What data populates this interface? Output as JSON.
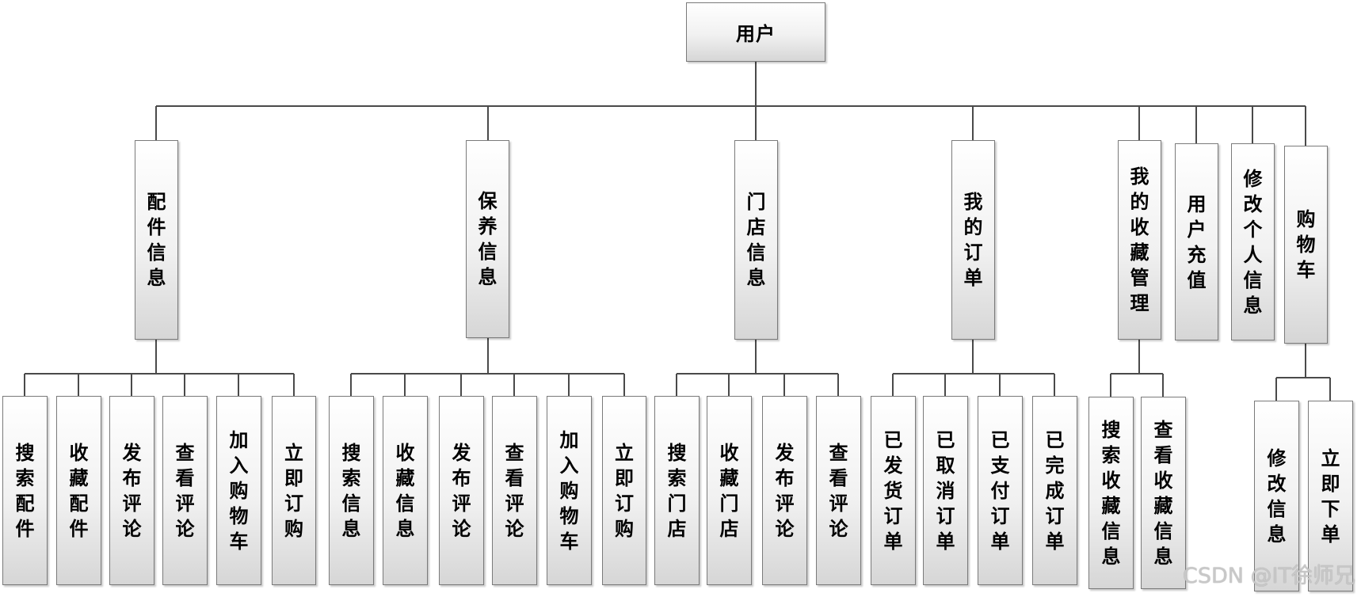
{
  "root": {
    "label": "用户"
  },
  "modules": [
    {
      "label": "配件信息",
      "children": [
        "搜索配件",
        "收藏配件",
        "发布评论",
        "查看评论",
        "加入购物车",
        "立即订购"
      ]
    },
    {
      "label": "保养信息",
      "children": [
        "搜索信息",
        "收藏信息",
        "发布评论",
        "查看评论",
        "加入购物车",
        "立即订购"
      ]
    },
    {
      "label": "门店信息",
      "children": [
        "搜索门店",
        "收藏门店",
        "发布评论",
        "查看评论"
      ]
    },
    {
      "label": "我的订单",
      "children": [
        "已发货订单",
        "已取消订单",
        "已支付订单",
        "已完成订单"
      ]
    },
    {
      "label": "我的收藏管理",
      "children": [
        "搜索收藏信息",
        "查看收藏信息"
      ]
    },
    {
      "label": "用户充值",
      "children": []
    },
    {
      "label": "修改个人信息",
      "children": []
    },
    {
      "label": "购物车",
      "children": [
        "修改信息",
        "立即下单"
      ]
    }
  ],
  "watermark": "CSDN @IT徐师兄",
  "colors": {
    "line": "#4a4a4a",
    "box_border": "#7a7a7a",
    "box_top": "#ffffff",
    "box_bottom": "#d6d6d6",
    "text": "#000000",
    "watermark": "#c8c8c8"
  }
}
